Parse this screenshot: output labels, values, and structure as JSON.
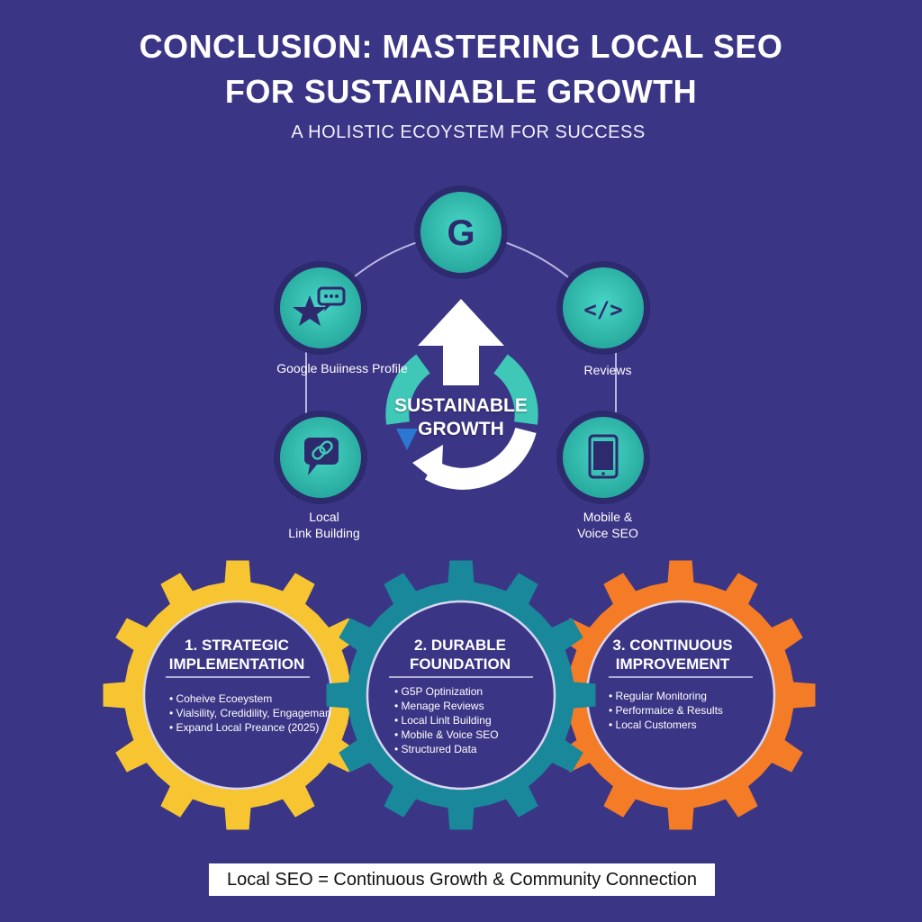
{
  "title_line1": "CONCLUSION: MASTERING LOCAL SEO",
  "title_line2": "FOR SUSTAINABLE GROWTH",
  "subtitle": "A HOLISTIC ECOYSTEM FOR SUCCESS",
  "center": {
    "line1": "SUSTAINABLE",
    "line2": "GROWTH"
  },
  "nodes": {
    "top": {
      "icon": "google-g-icon",
      "glyph": "G"
    },
    "left_upper": {
      "icon": "star-chat-icon",
      "label": "Google Buiiness Profile"
    },
    "right_upper": {
      "icon": "code-icon",
      "glyph": "</>",
      "label": "Reviews"
    },
    "left_lower": {
      "icon": "link-chat-icon",
      "label_line1": "Local",
      "label_line2": "Link Building"
    },
    "right_lower": {
      "icon": "smartphone-icon",
      "label_line1": "Mobile &",
      "label_line2": "Voice SEO"
    }
  },
  "gears": [
    {
      "color": "#f6c531",
      "title_line1": "1. STRATEGIC",
      "title_line2": "IMPLEMENTATION",
      "items": [
        "Coheive Ecoeystem",
        "Vialsility, Credidility, Engageman",
        "Expand Local Preance (2025)"
      ]
    },
    {
      "color": "#18889a",
      "title_line1": "2. DURABLE",
      "title_line2": "FOUNDATION",
      "items": [
        "G5P Optinization",
        "Menage Reviews",
        "Local Linlt Building",
        "Mobile & Voice SEO",
        "Structured Data"
      ]
    },
    {
      "color": "#f57c26",
      "title_line1": "3. CONTINUOUS",
      "title_line2": "IMPROVEMENT",
      "items": [
        "Regular Monitoring",
        "Performaice & Results",
        "Local Customers"
      ]
    }
  ],
  "footer": "Local SEO = Continuous Growth & Community Connection",
  "colors": {
    "background": "#3b3585",
    "node_fill": "#34c3b5",
    "node_ring": "#2d2a6e",
    "yellow_gear": "#f6c531",
    "teal_gear": "#18889a",
    "orange_gear": "#f57c26"
  }
}
